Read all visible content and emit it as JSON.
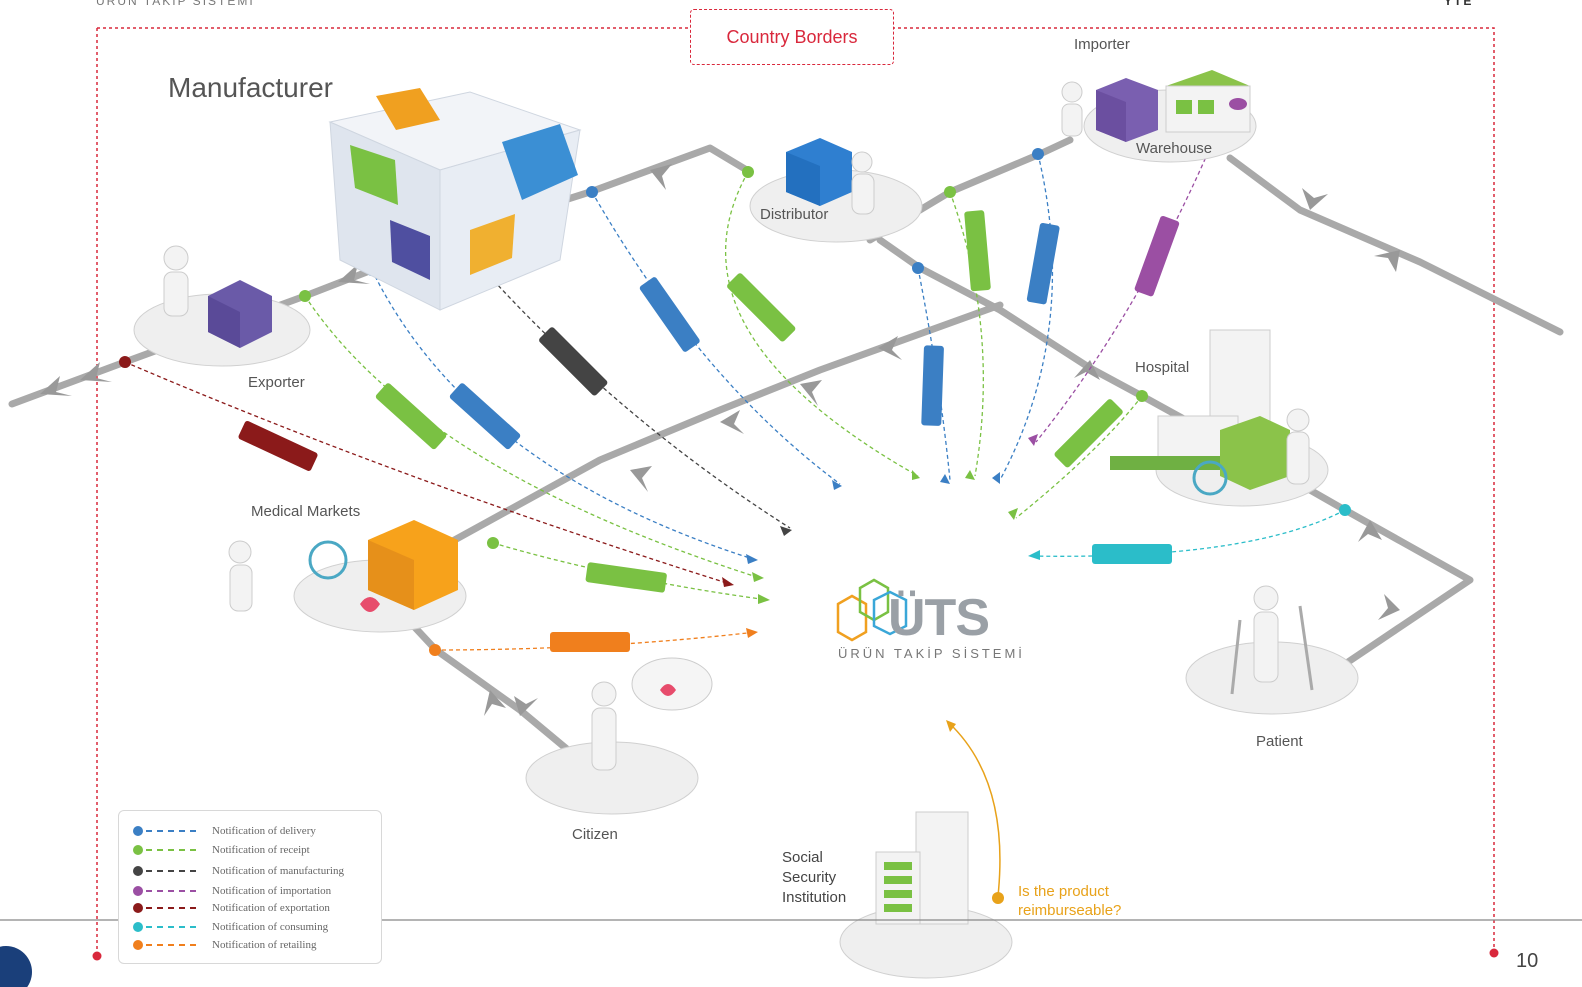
{
  "header": {
    "system_name": "ÜRÜN TAKİP SİSTEMİ",
    "brand": "YTE"
  },
  "border_label": "Country Borders",
  "actors": {
    "manufacturer": "Manufacturer",
    "exporter": "Exporter",
    "distributor": "Distributor",
    "importer": "Importer",
    "warehouse": "Warehouse",
    "hospital": "Hospital",
    "medical_markets": "Medical Markets",
    "citizen": "Citizen",
    "patient": "Patient",
    "social_security": [
      "Social",
      "Security",
      "Institution"
    ]
  },
  "center_logo": {
    "name": "ÜTS",
    "subtitle": "ÜRÜN TAKİP SİSTEMİ"
  },
  "question": [
    "Is the product",
    "reimburseable?"
  ],
  "legend": [
    {
      "label": "Notification of delivery",
      "color": "#3b7fc4"
    },
    {
      "label": "Notification of receipt",
      "color": "#7ac143"
    },
    {
      "label": "Notification of manufacturing",
      "color": "#444444"
    },
    {
      "label": "Notification of importation",
      "color": "#9b4fa3"
    },
    {
      "label": "Notification of exportation",
      "color": "#8b1a1a"
    },
    {
      "label": "Notification of consuming",
      "color": "#2bbdc9"
    },
    {
      "label": "Notification of retailing",
      "color": "#f07f1d"
    }
  ],
  "page_number": "10",
  "colors": {
    "border": "#d9283c",
    "road": "#a9a9a9",
    "accent": "#e8a21a"
  }
}
